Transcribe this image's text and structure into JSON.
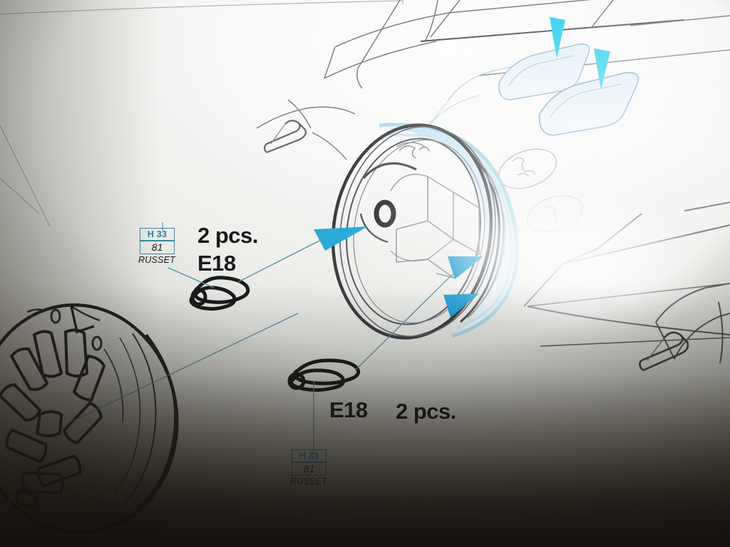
{
  "sheet": {
    "kind": "model-kit-assembly-instruction-photo",
    "subject": "aircraft engine nacelle cowling ring and wheel hub",
    "background_colors": {
      "paper_light": "#ffffff",
      "paper_mid": "#dcdee0",
      "paper_shadow": "#8e908a",
      "ink_dark": "#1c1c1e",
      "ink_light": "#6d727a",
      "highlight_cyan": "#29abd9",
      "highlight_cyan_pale": "#cfe9f5",
      "leader_line": "#4b90aa"
    }
  },
  "annotations": {
    "upper": {
      "quantity": "2 pcs.",
      "part_code": "E18",
      "color_box": {
        "code": "H 33",
        "number": "81",
        "name": "RUSSET"
      }
    },
    "lower": {
      "part_code": "E18",
      "quantity": "2 pcs.",
      "color_box": {
        "code": "H 33",
        "number": "81",
        "name": "RUSSET"
      }
    }
  },
  "parts": [
    {
      "id": "E18",
      "name": "exhaust-stub-upper",
      "quantity": "2 pcs.",
      "color": "RUSSET"
    },
    {
      "id": "E18",
      "name": "exhaust-stub-lower",
      "quantity": "2 pcs.",
      "color": "RUSSET"
    }
  ],
  "callouts": {
    "arrows": [
      {
        "name": "arrow-cowling-left",
        "direction": "right",
        "color": "#29abd9"
      },
      {
        "name": "arrow-cowling-mid",
        "direction": "right",
        "color": "#29abd9"
      },
      {
        "name": "arrow-cowling-low",
        "direction": "right",
        "color": "#29abd9"
      },
      {
        "name": "arrow-exhaust-slot-1",
        "direction": "down",
        "color": "#2ad2f0"
      },
      {
        "name": "arrow-exhaust-slot-2",
        "direction": "down",
        "color": "#2ad2f0"
      }
    ]
  },
  "drawing_elements": [
    {
      "name": "wheel-hub-disc",
      "description": "radially slotted wheel hub / brake drum, lower left"
    },
    {
      "name": "engine-cowling-ring",
      "description": "large circular cowl ring, centre, highlighted pale blue"
    },
    {
      "name": "nacelle-body",
      "description": "engine nacelle fuselage with panel lines"
    },
    {
      "name": "exhaust-slot-left",
      "description": "elongated exhaust louvre, highlighted"
    },
    {
      "name": "exhaust-slot-right",
      "description": "elongated exhaust louvre, highlighted"
    },
    {
      "name": "exhaust-stub-left",
      "description": "protruding exhaust pipe on left nacelle"
    },
    {
      "name": "exhaust-stub-right",
      "description": "protruding exhaust pipe on right nacelle"
    },
    {
      "name": "access-panel-oval",
      "description": "faint oval access hatch on nacelle"
    }
  ]
}
